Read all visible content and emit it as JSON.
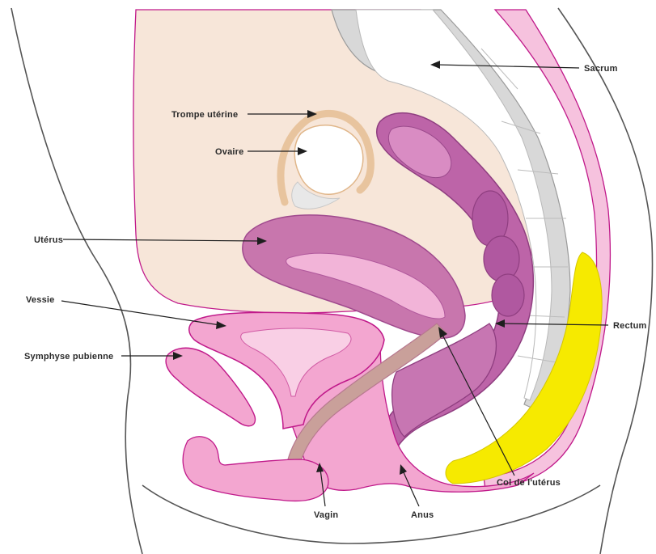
{
  "labels": {
    "sacrum": "Sacrum",
    "trompe": "Trompe utérine",
    "ovaire": "Ovaire",
    "uterus": "Utérus",
    "vessie": "Vessie",
    "symphyse": "Symphyse pubienne",
    "rectum": "Rectum",
    "col": "Col de l'utérus",
    "vagin": "Vagin",
    "anus": "Anus"
  },
  "colors": {
    "peritoneum": "#f7e6d9",
    "organ_pink": "#f3a6d0",
    "organ_pink_dark": "#c876ad",
    "rectum_purple": "#bd64a8",
    "rectum_purple_dark": "#8f3e80",
    "vagina_canal": "#c9a09a",
    "ovary_tan": "#e8c49e",
    "bone_grey": "#d8d8d8",
    "fat_yellow": "#f6ea00",
    "outline_magenta": "#c0198a"
  }
}
